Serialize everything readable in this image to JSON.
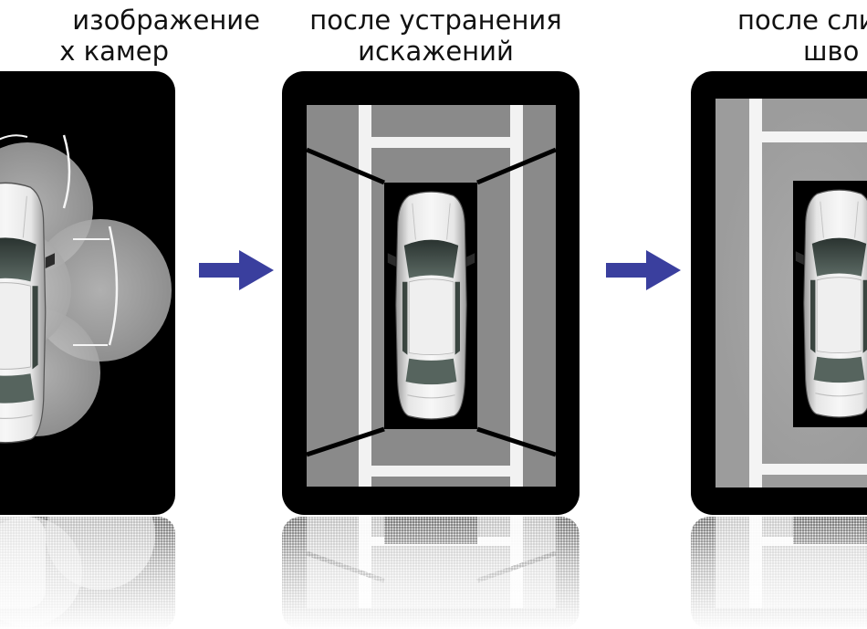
{
  "panels": [
    {
      "caption_line1": "изображение",
      "caption_line2": "х камер"
    },
    {
      "caption_line1": "после устранения",
      "caption_line2": "искажений"
    },
    {
      "caption_line1": "после сли",
      "caption_line2": "шво"
    }
  ],
  "colors": {
    "frame": "#000000",
    "road": "#8a8a8a",
    "lane_line": "#f2f2f2",
    "arrow": "#3a3f9e",
    "car_body": "#e4e4e4"
  },
  "icons": {
    "arrow": "right-arrow-icon",
    "car": "car-top-view-icon"
  }
}
